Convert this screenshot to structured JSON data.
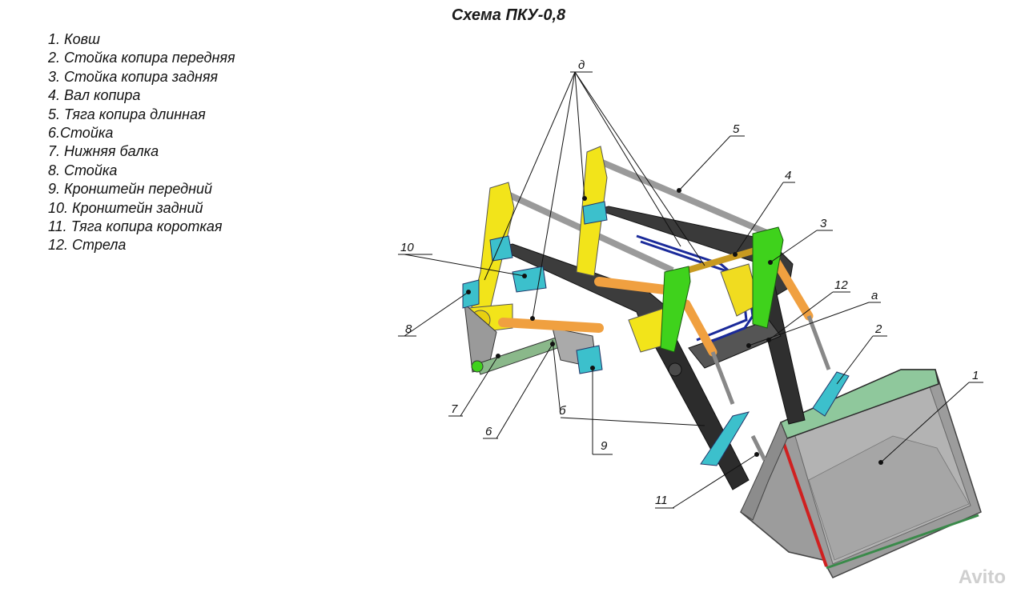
{
  "title": "Схема ПКУ-0,8",
  "legend": [
    "1. Ковш",
    "2. Стойка копира передняя",
    "3. Стойка копира задняя",
    "4. Вал копира",
    "5. Тяга копира длинная",
    "6.Стойка",
    "7. Нижняя балка",
    "8. Стойка",
    "9. Кронштейн передний",
    "10. Кронштейн задний",
    "11. Тяга копира короткая",
    "12. Стрела"
  ],
  "callouts": {
    "c1": "1",
    "c2": "2",
    "c3": "3",
    "c4": "4",
    "c5": "5",
    "c6": "6",
    "c7": "7",
    "c8": "8",
    "c9": "9",
    "c10": "10",
    "c11": "11",
    "c12": "12",
    "ca": "а",
    "cb": "б",
    "cd": "д"
  },
  "watermark": "Avito",
  "colors": {
    "frame_yellow": "#f2e41a",
    "copier_green": "#3fd21c",
    "boom_dark": "#333333",
    "cylinder_orange": "#f0a040",
    "bracket_cyan": "#3cc0cc",
    "bucket_gray": "#9a9a9a",
    "bucket_edge_red": "#d02020",
    "bucket_top_green": "#8fc89c",
    "hose_blue": "#1a2a9a"
  }
}
